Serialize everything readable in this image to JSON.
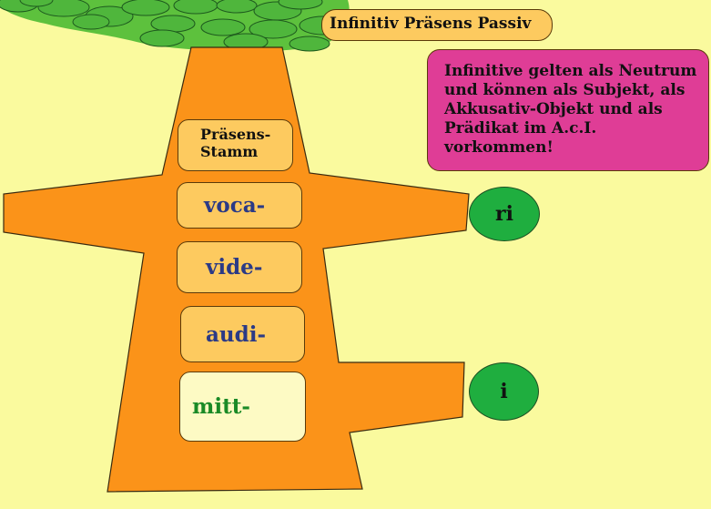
{
  "title": "Infinitiv Präsens Passiv",
  "note": "Infinitive gelten als Neutrum\nund können als Subjekt, als\nAkkusativ-Objekt und als\nPrädikat im A.c.I.\nvorkommen!",
  "stem_header": "Präsens-\nStamm",
  "stems": [
    "voca-",
    "vide-",
    "audi-",
    "mitt-"
  ],
  "endings": [
    "ri",
    "i"
  ],
  "colors": {
    "background": "#fafa9e",
    "trunk": "#fb9319",
    "leaves": "#5dc13d",
    "leaf": "#4fb63c",
    "label_fill": "#fdca5f",
    "note_fill": "#df3d96",
    "ending_fill": "#1fae3f",
    "stem_blue": "#2b3a86",
    "stem_green": "#1a8a26"
  }
}
